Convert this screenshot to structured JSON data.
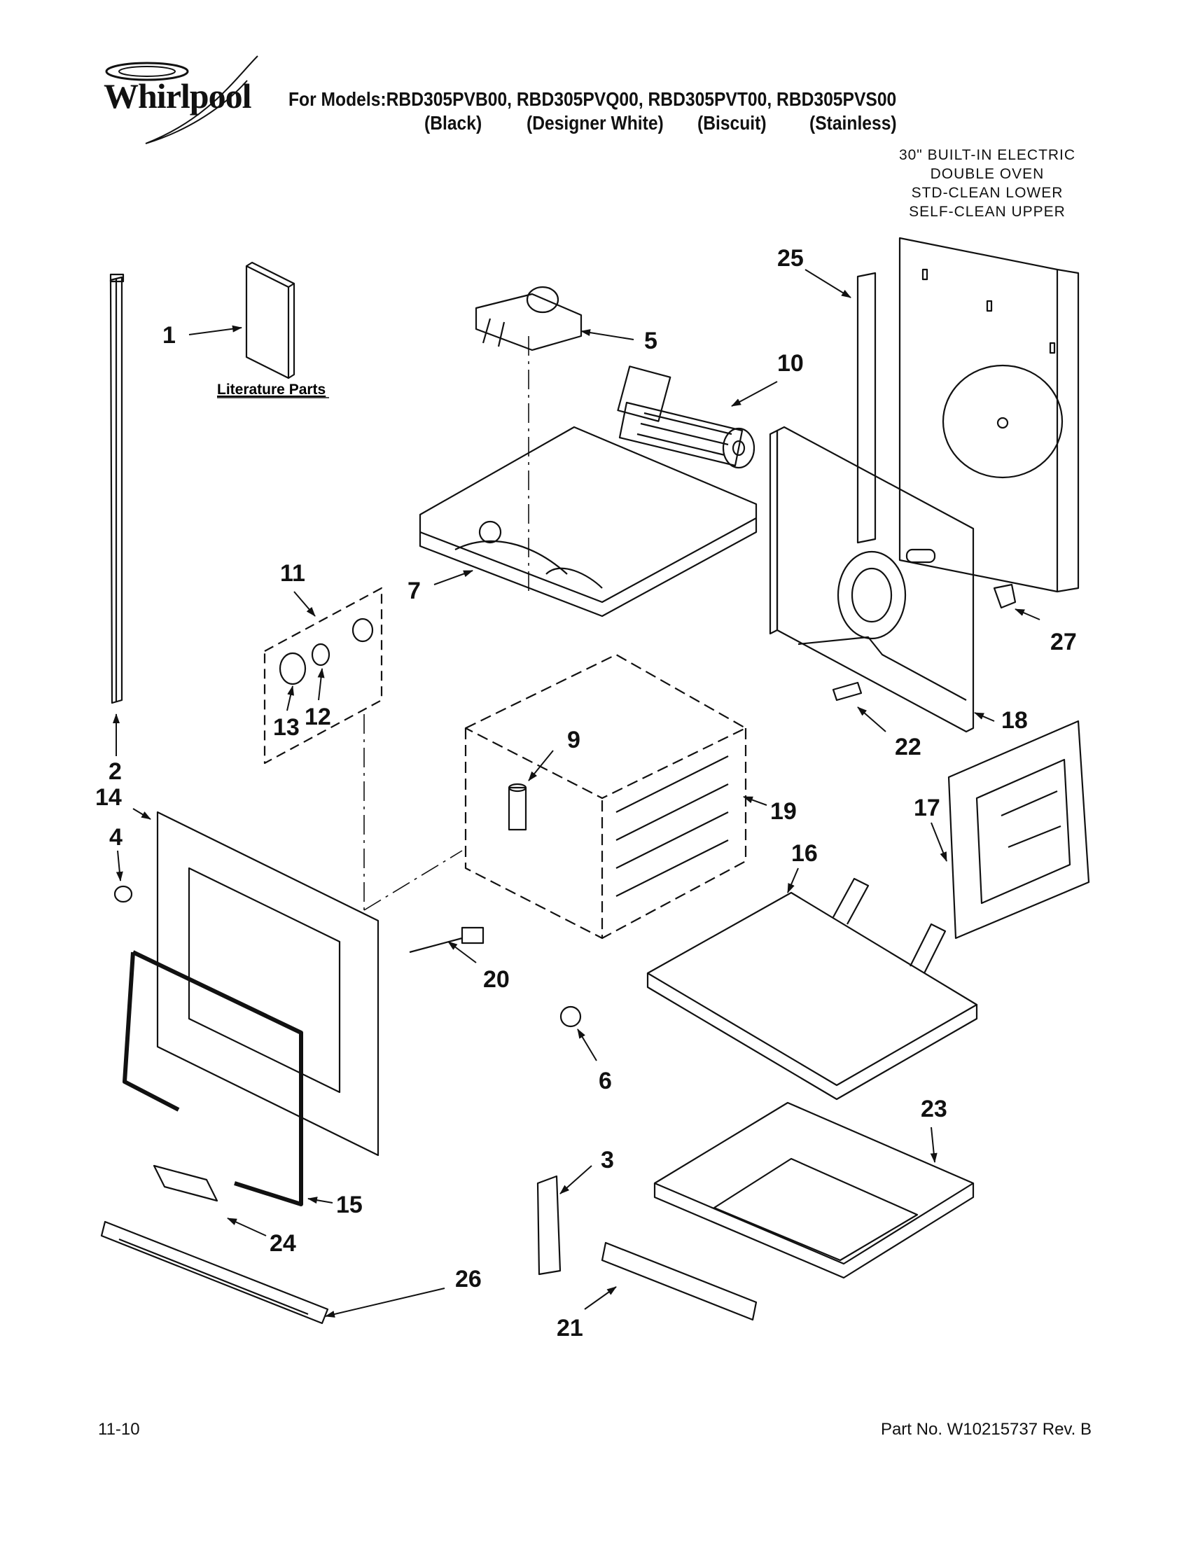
{
  "header": {
    "brand": "Whirlpool",
    "models_line": "For Models:RBD305PVB00, RBD305PVQ00, RBD305PVT00, RBD305PVS00",
    "colors": [
      "(Black)",
      "(Designer White)",
      "(Biscuit)",
      "(Stainless)"
    ],
    "description": [
      "30\" BUILT-IN ELECTRIC",
      "DOUBLE OVEN",
      "STD-CLEAN LOWER",
      "SELF-CLEAN UPPER"
    ]
  },
  "diagram": {
    "literature_label": "Literature Parts",
    "callouts": [
      {
        "id": "c1",
        "label": "1"
      },
      {
        "id": "c2",
        "label": "2"
      },
      {
        "id": "c3",
        "label": "3"
      },
      {
        "id": "c4",
        "label": "4"
      },
      {
        "id": "c5",
        "label": "5"
      },
      {
        "id": "c6",
        "label": "6"
      },
      {
        "id": "c7",
        "label": "7"
      },
      {
        "id": "c9",
        "label": "9"
      },
      {
        "id": "c10",
        "label": "10"
      },
      {
        "id": "c11",
        "label": "11"
      },
      {
        "id": "c12",
        "label": "12"
      },
      {
        "id": "c13",
        "label": "13"
      },
      {
        "id": "c14",
        "label": "14"
      },
      {
        "id": "c15",
        "label": "15"
      },
      {
        "id": "c16",
        "label": "16"
      },
      {
        "id": "c17",
        "label": "17"
      },
      {
        "id": "c18",
        "label": "18"
      },
      {
        "id": "c19",
        "label": "19"
      },
      {
        "id": "c20",
        "label": "20"
      },
      {
        "id": "c21",
        "label": "21"
      },
      {
        "id": "c22",
        "label": "22"
      },
      {
        "id": "c23",
        "label": "23"
      },
      {
        "id": "c24",
        "label": "24"
      },
      {
        "id": "c25",
        "label": "25"
      },
      {
        "id": "c26",
        "label": "26"
      },
      {
        "id": "c27",
        "label": "27"
      }
    ]
  },
  "footer": {
    "date": "11-10",
    "part_no": "Part No. W10215737 Rev. B"
  }
}
